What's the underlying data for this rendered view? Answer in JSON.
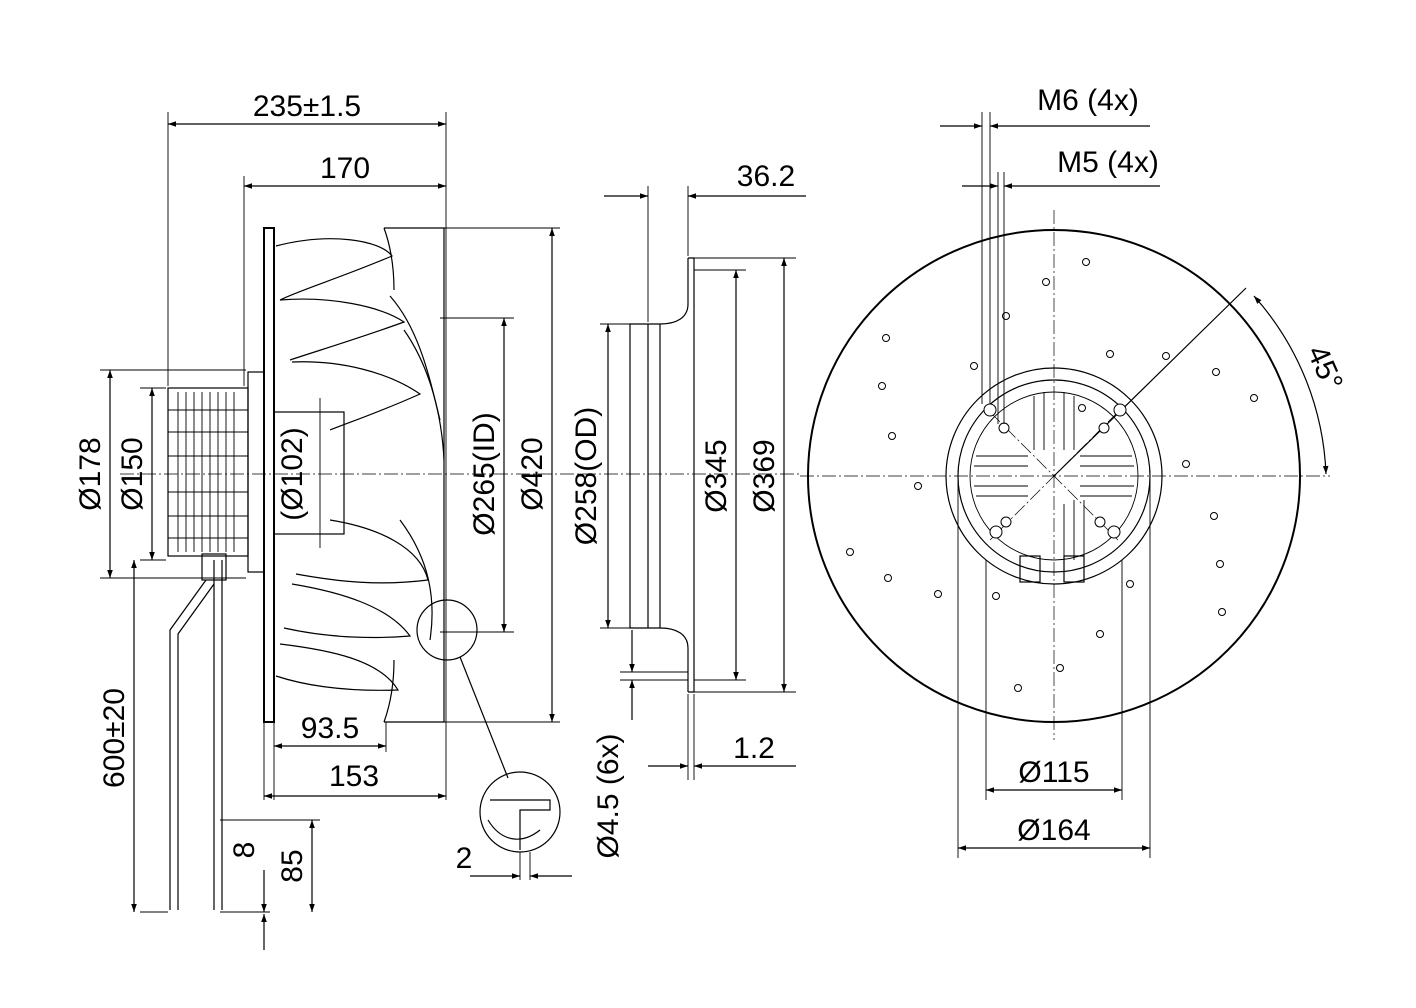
{
  "dimensions": {
    "overall_length": "235±1.5",
    "blade_depth": "170",
    "dia_178": "Ø178",
    "dia_150": "Ø150",
    "dia_102": "(Ø102)",
    "dia_265_id": "Ø265(ID)",
    "dia_420": "Ø420",
    "hub_93_5": "93.5",
    "base_153": "153",
    "cable_600": "600±20",
    "cable_8": "8",
    "cable_85": "85",
    "detail_2": "2",
    "ring_36_2": "36.2",
    "dia_258_od": "Ø258(OD)",
    "dia_345": "Ø345",
    "dia_369": "Ø369",
    "hole_4_5": "Ø4.5 (6x)",
    "ring_1_2": "1.2",
    "thread_m6": "M6 (4x)",
    "thread_m5": "M5 (4x)",
    "angle_45": "45°",
    "dia_115": "Ø115",
    "dia_164": "Ø164"
  }
}
